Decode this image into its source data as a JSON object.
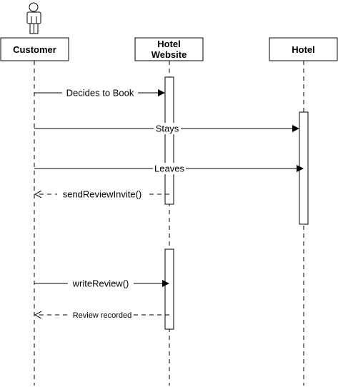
{
  "lifelines": {
    "customer": {
      "label": "Customer"
    },
    "hotel_website": {
      "label_line1": "Hotel",
      "label_line2": "Website"
    },
    "hotel": {
      "label": "Hotel"
    }
  },
  "messages": [
    {
      "label": "Decides to Book",
      "from": "customer",
      "to": "hotel_website",
      "style": "solid"
    },
    {
      "label": "Stays",
      "from": "customer",
      "to": "hotel",
      "style": "solid"
    },
    {
      "label": "Leaves",
      "from": "customer",
      "to": "hotel",
      "style": "solid"
    },
    {
      "label": "sendReviewInvite()",
      "from": "hotel_website",
      "to": "customer",
      "style": "return"
    },
    {
      "label": "writeReview()",
      "from": "customer",
      "to": "hotel_website",
      "style": "solid"
    },
    {
      "label": "Review recorded",
      "from": "hotel_website",
      "to": "customer",
      "style": "return"
    }
  ],
  "icons": {
    "actor": "person-icon"
  }
}
